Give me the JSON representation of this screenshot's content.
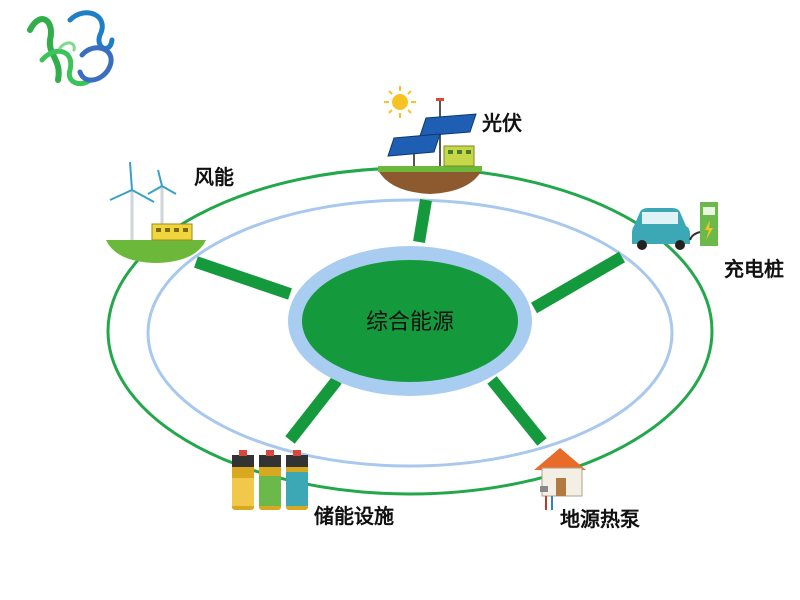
{
  "diagram": {
    "center_label": "综合能源",
    "nodes": [
      {
        "id": "solar",
        "label": "光伏",
        "icon": "solar-panel-icon"
      },
      {
        "id": "wind",
        "label": "风能",
        "icon": "wind-turbine-icon"
      },
      {
        "id": "charging",
        "label": "充电桩",
        "icon": "ev-charging-icon"
      },
      {
        "id": "storage",
        "label": "储能设施",
        "icon": "battery-icon"
      },
      {
        "id": "heatpump",
        "label": "地源热泵",
        "icon": "house-heat-pump-icon"
      }
    ]
  },
  "colors": {
    "outer_ring": "#22a84a",
    "inner_ring": "#a8c8ee",
    "center_fill": "#149a3c",
    "center_halo": "#a8cdf0",
    "spoke": "#149a3c"
  }
}
